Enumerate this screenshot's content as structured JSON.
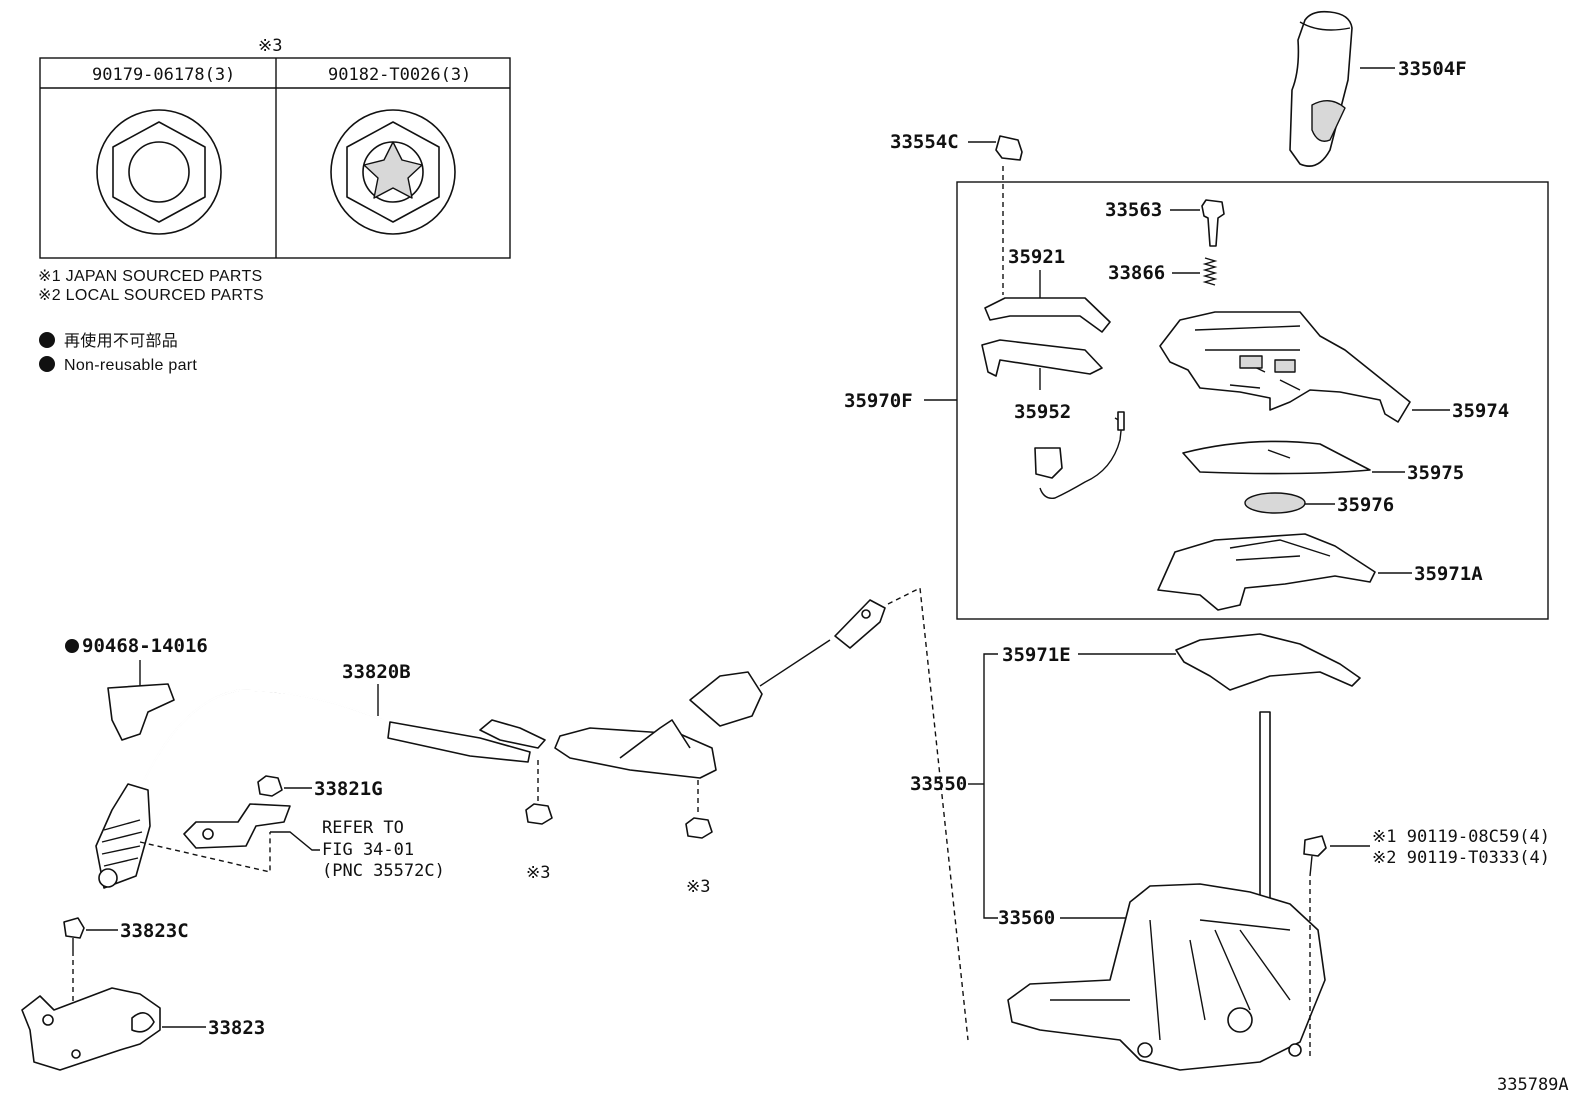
{
  "legend_table": {
    "group_mark": "※3",
    "col1_label": "90179-06178(3)",
    "col2_label": "90182-T0026(3)"
  },
  "notes": {
    "japan": "※1  JAPAN SOURCED PARTS",
    "local": "※2  LOCAL SOURCED PARTS",
    "nonreusable_jp": "再使用不可部品",
    "nonreusable_en": "Non-reusable part"
  },
  "labels": {
    "p33504F": "33504F",
    "p33554C": "33554C",
    "p33563": "33563",
    "p35921": "35921",
    "p33866": "33866",
    "p35970F": "35970F",
    "p35952": "35952",
    "p35974": "35974",
    "p35975": "35975",
    "p35976": "35976",
    "p35971A": "35971A",
    "p35971E": "35971E",
    "p33550": "33550",
    "p33560": "33560",
    "bolt1": "※1  90119-08C59(4)",
    "bolt2": "※2  90119-T0333(4)",
    "p90468": "90468-14016",
    "p33820B": "33820B",
    "p33821G": "33821G",
    "refer1": "REFER TO",
    "refer2": "FIG 34-01",
    "refer3": "(PNC 35572C)",
    "mark3a": "※3",
    "mark3b": "※3",
    "p33823C": "33823C",
    "p33823": "33823",
    "figure_code": "335789A"
  }
}
